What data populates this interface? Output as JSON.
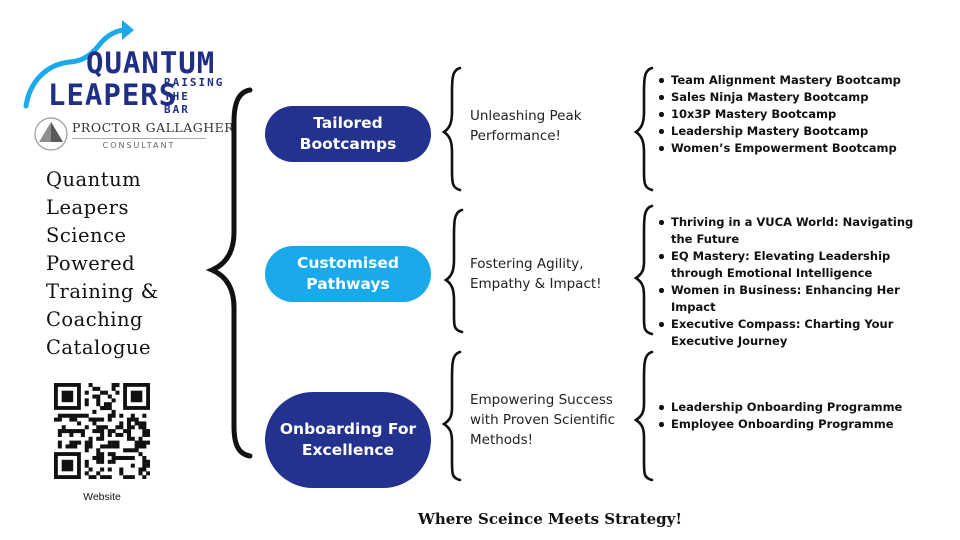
{
  "logo": {
    "word1": "QUANTUM",
    "word2": "LEAPERS",
    "tagline1": "RAISING",
    "tagline2": "THE BAR",
    "color": "#1f2f86",
    "accent": "#1aa9ea"
  },
  "partner": {
    "name": "PROCTOR GALLAGHER",
    "subtitle": "CONSULTANT"
  },
  "catalogue_title": [
    "Quantum",
    "Leapers",
    "Science",
    "Powered",
    "Training &",
    "Coaching",
    "Catalogue"
  ],
  "qr": {
    "label": "Website",
    "icon": "qr-code-icon"
  },
  "sections": [
    {
      "title": "Tailored Bootcamps",
      "color": "#23328e",
      "tagline": "Unleashing Peak Performance!",
      "items": [
        "Team Alignment Mastery Bootcamp",
        "Sales Ninja Mastery Bootcamp",
        "10x3P Mastery Bootcamp",
        "Leadership Mastery Bootcamp",
        "Women’s Empowerment Bootcamp"
      ]
    },
    {
      "title": "Customised Pathways",
      "color": "#1aa9ea",
      "tagline": "Fostering Agility, Empathy & Impact!",
      "items": [
        "Thriving in a VUCA World: Navigating the Future",
        "EQ Mastery: Elevating Leadership through Emotional Intelligence",
        "Women in Business: Enhancing Her Impact",
        "Executive Compass: Charting Your Executive Journey"
      ]
    },
    {
      "title": "Onboarding For Excellence",
      "color": "#23328e",
      "tagline": "Empowering Success with Proven Scientific Methods!",
      "items": [
        "Leadership Onboarding Programme",
        "Employee Onboarding Programme"
      ]
    }
  ],
  "footer": "Where Sceince Meets Strategy!"
}
